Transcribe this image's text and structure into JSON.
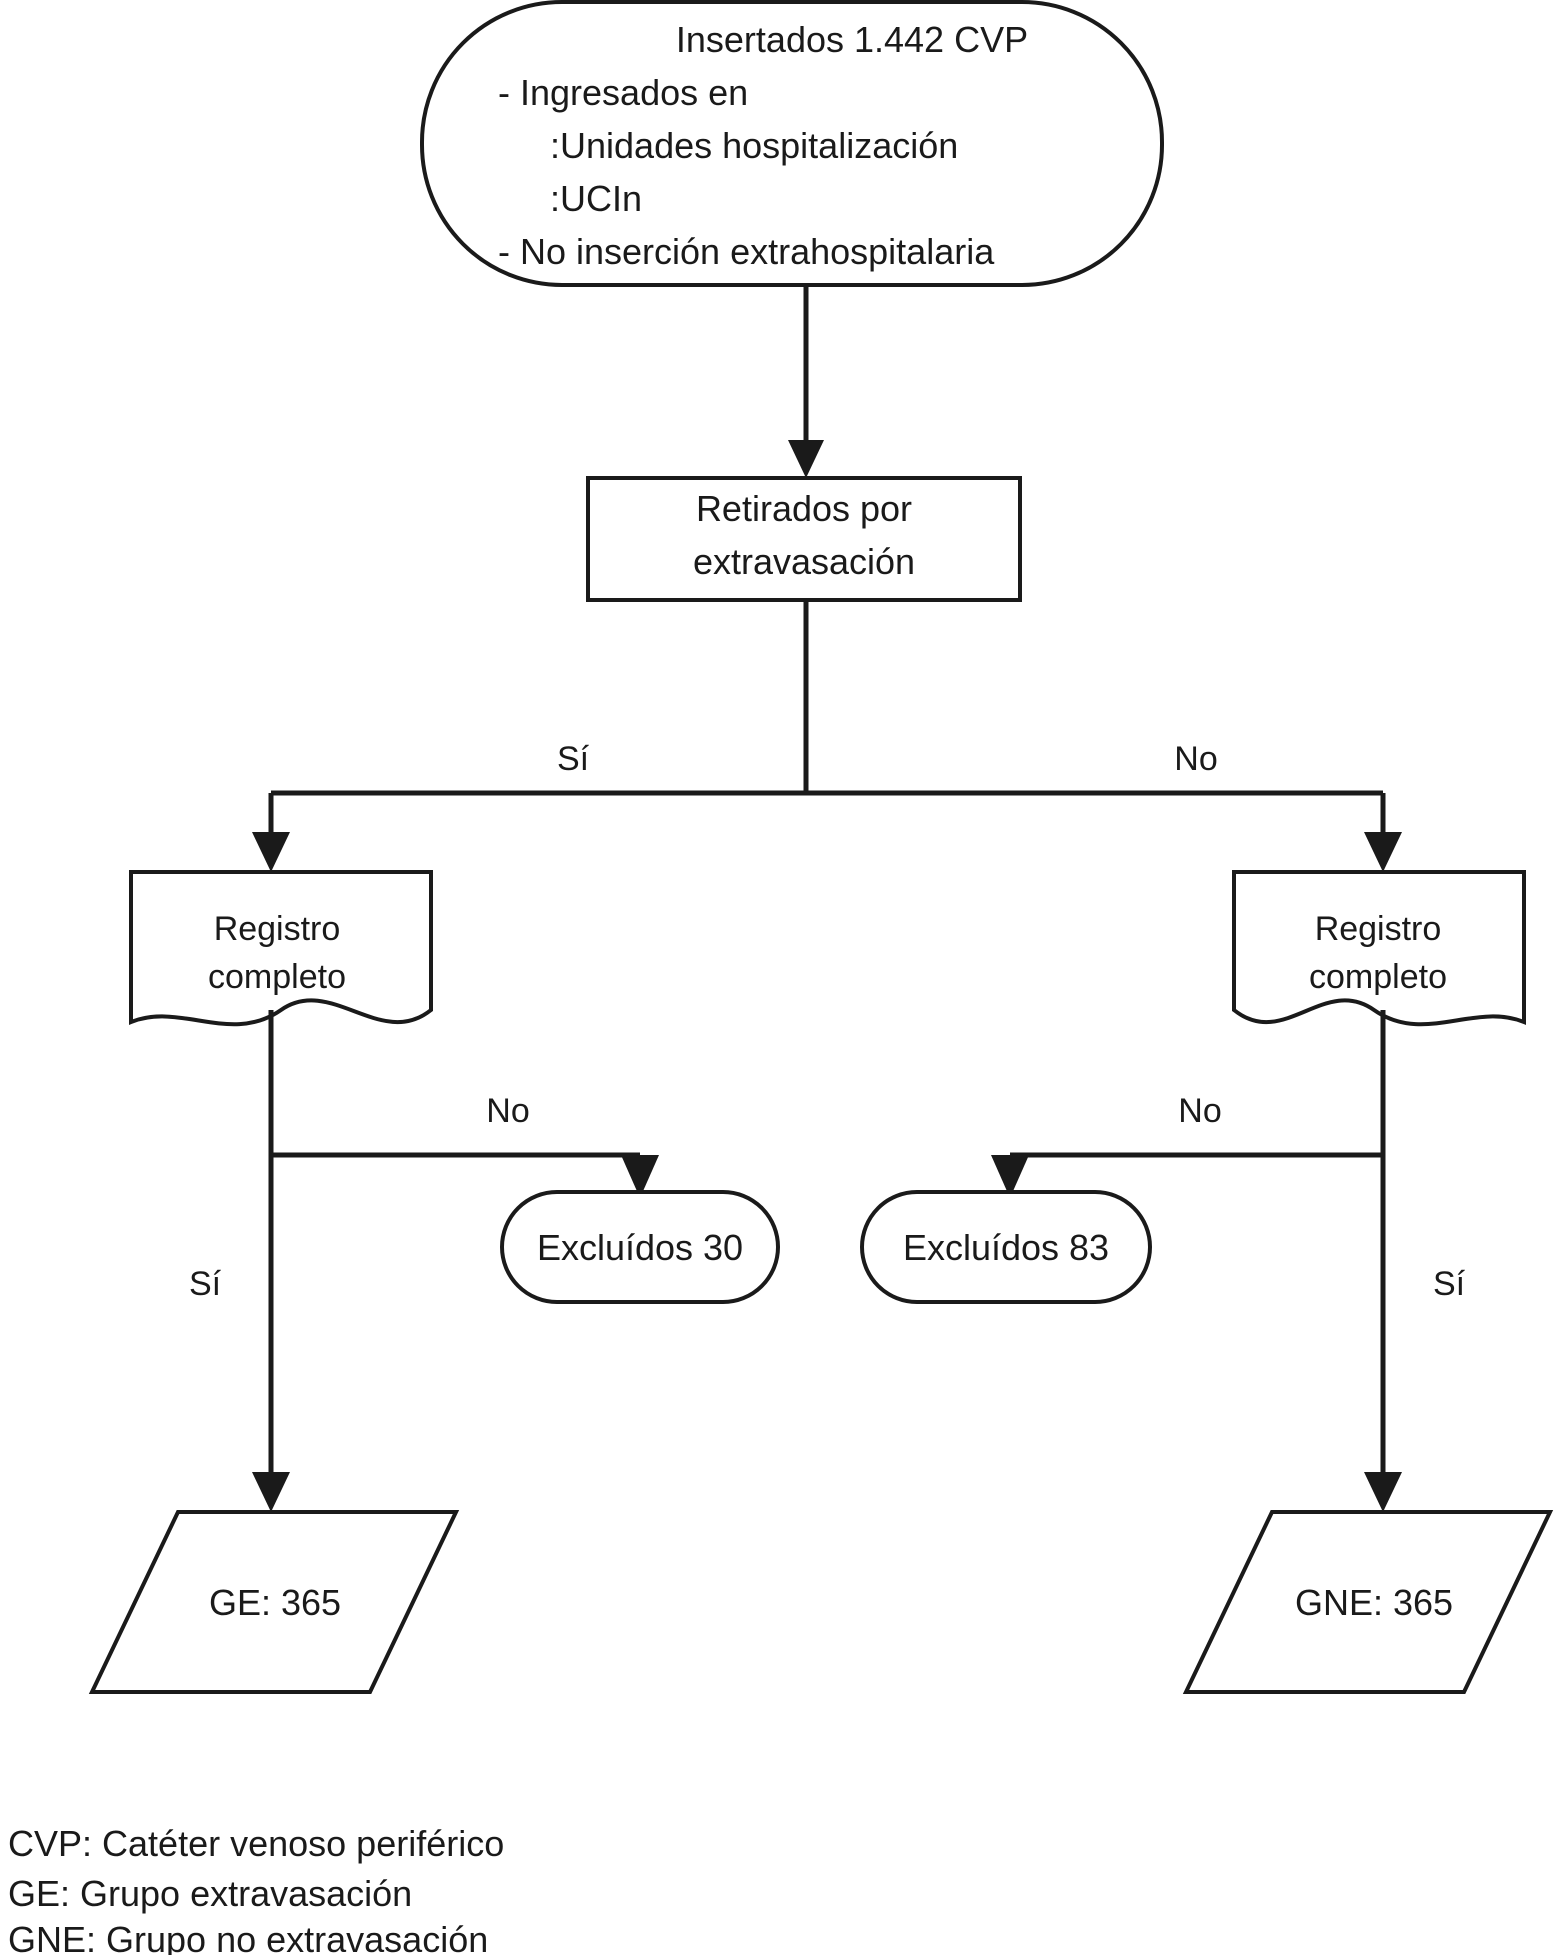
{
  "diagram": {
    "title": "Flujograma de seleccion de CVP",
    "nodes": {
      "top": {
        "shape": "rounded-terminator",
        "lines": [
          "Insertados 1.442 CVP",
          "- Ingresados en",
          ":Unidades hospitalización",
          ":UCIn",
          "- No inserción extrahospitalaria"
        ]
      },
      "process": {
        "shape": "rectangle",
        "lines": [
          "Retirados por",
          "extravasación"
        ]
      },
      "doc_left": {
        "shape": "document",
        "lines": [
          "Registro",
          "completo"
        ]
      },
      "doc_right": {
        "shape": "document",
        "lines": [
          "Registro",
          "completo"
        ]
      },
      "excluded_left": {
        "shape": "rounded-terminator",
        "lines": [
          "Excluídos 30"
        ]
      },
      "excluded_right": {
        "shape": "rounded-terminator",
        "lines": [
          "Excluídos 83"
        ]
      },
      "result_left": {
        "shape": "parallelogram",
        "lines": [
          "GE: 365"
        ]
      },
      "result_right": {
        "shape": "parallelogram",
        "lines": [
          "GNE: 365"
        ]
      }
    },
    "edge_labels": {
      "branch_yes": "Sí",
      "branch_no": "No",
      "left_no": "No",
      "left_yes": "Sí",
      "right_no": "No",
      "right_yes": "Sí"
    },
    "legend": [
      "CVP: Catéter venoso periférico",
      "GE: Grupo extravasación",
      "GNE: Grupo no extravasación"
    ],
    "colors": {
      "stroke": "#1a1a1a",
      "fill": "#ffffff",
      "background": "#ffffff"
    }
  }
}
